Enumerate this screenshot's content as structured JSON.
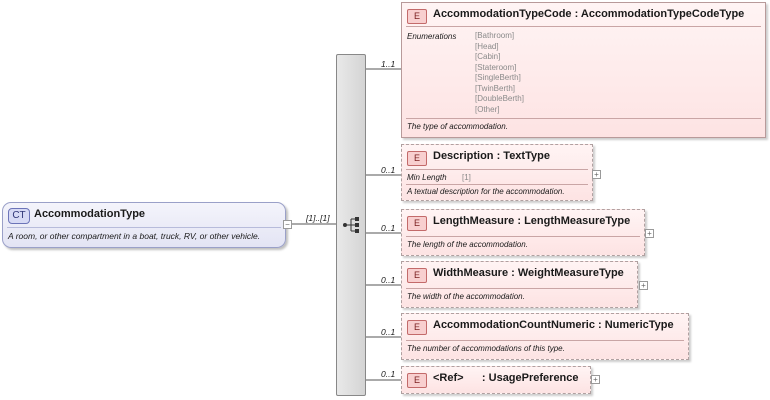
{
  "complex_type": {
    "badge": "CT",
    "name": "AccommodationType",
    "documentation": "A room, or other compartment in a boat, truck, RV, or other vehicle."
  },
  "sequence": {
    "cardinality": "[1]..[1]"
  },
  "elements": [
    {
      "badge": "E",
      "title": "AccommodationTypeCode : AccommodationTypeCodeType",
      "cardinality": "1..1",
      "facet_label": "Enumerations",
      "enumerations": [
        "[Bathroom]",
        "[Head]",
        "[Cabin]",
        "[Stateroom]",
        "[SingleBerth]",
        "[TwinBerth]",
        "[DoubleBerth]",
        "[Other]"
      ],
      "documentation": "The type of accommodation."
    },
    {
      "badge": "E",
      "title": "Description : TextType",
      "cardinality": "0..1",
      "facet_label": "Min Length",
      "facet_value": "[1]",
      "documentation": "A textual description for the accommodation."
    },
    {
      "badge": "E",
      "title": "LengthMeasure : LengthMeasureType",
      "cardinality": "0..1",
      "documentation": "The length of the accommodation."
    },
    {
      "badge": "E",
      "title": "WidthMeasure : WeightMeasureType",
      "cardinality": "0..1",
      "documentation": "The width of the accommodation."
    },
    {
      "badge": "E",
      "title": "AccommodationCountNumeric : NumericType",
      "cardinality": "0..1",
      "documentation": "The number of accommodations of this type."
    },
    {
      "badge": "E",
      "title": "<Ref>      : UsagePreference",
      "cardinality": "0..1"
    }
  ]
}
